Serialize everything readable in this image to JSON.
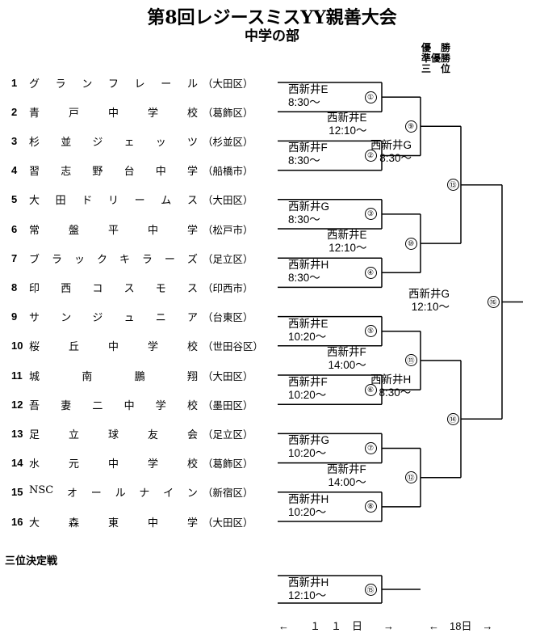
{
  "title": "第8回レジースミスYY親善大会",
  "subtitle": "中学の部",
  "legend": [
    "優　勝",
    "準優勝",
    "三　位"
  ],
  "teams": [
    {
      "no": "1",
      "name": [
        "グ",
        "ラ",
        "ン",
        "フ",
        "レ",
        "ー",
        "ル"
      ],
      "region": "（大田区）"
    },
    {
      "no": "2",
      "name": [
        "青",
        "戸",
        "中",
        "学",
        "校"
      ],
      "region": "（葛飾区）"
    },
    {
      "no": "3",
      "name": [
        "杉",
        "並",
        "ジ",
        "ェ",
        "ッ",
        "ツ"
      ],
      "region": "（杉並区）"
    },
    {
      "no": "4",
      "name": [
        "習",
        "志",
        "野",
        "台",
        "中",
        "学"
      ],
      "region": "（船橋市）"
    },
    {
      "no": "5",
      "name": [
        "大",
        "田",
        "ド",
        "リ",
        "ー",
        "ム",
        "ス"
      ],
      "region": "（大田区）"
    },
    {
      "no": "6",
      "name": [
        "常",
        "盤",
        "平",
        "中",
        "学"
      ],
      "region": "（松戸市）"
    },
    {
      "no": "7",
      "name": [
        "ブ",
        "ラ",
        "ッ",
        "ク",
        "キ",
        "ラ",
        "ー",
        "ズ"
      ],
      "region": "（足立区）"
    },
    {
      "no": "8",
      "name": [
        "印",
        "西",
        "コ",
        "ス",
        "モ",
        "ス"
      ],
      "region": "（印西市）"
    },
    {
      "no": "9",
      "name": [
        "サ",
        "ン",
        "ジ",
        "ュ",
        "ニ",
        "ア"
      ],
      "region": "（台東区）"
    },
    {
      "no": "10",
      "name": [
        "桜",
        "丘",
        "中",
        "学",
        "校"
      ],
      "region": "（世田谷区）"
    },
    {
      "no": "11",
      "name": [
        "城",
        "南",
        "鵬",
        "翔"
      ],
      "region": "（大田区）"
    },
    {
      "no": "12",
      "name": [
        "吾",
        "妻",
        "二",
        "中",
        "学",
        "校"
      ],
      "region": "（墨田区）"
    },
    {
      "no": "13",
      "name": [
        "足",
        "立",
        "球",
        "友",
        "会"
      ],
      "region": "（足立区）"
    },
    {
      "no": "14",
      "name": [
        "水",
        "元",
        "中",
        "学",
        "校"
      ],
      "region": "（葛飾区）"
    },
    {
      "no": "15",
      "name": [
        "NSC",
        "オ",
        "ー",
        "ル",
        "ナ",
        "イ",
        "ン"
      ],
      "region": "（新宿区）"
    },
    {
      "no": "16",
      "name": [
        "大",
        "森",
        "東",
        "中",
        "学"
      ],
      "region": "（大田区）"
    }
  ],
  "first_round": [
    {
      "circle": "①",
      "venue": "西新井E",
      "time": "8:30～"
    },
    {
      "circle": "②",
      "venue": "西新井F",
      "time": "8:30～"
    },
    {
      "circle": "③",
      "venue": "西新井G",
      "time": "8:30～"
    },
    {
      "circle": "④",
      "venue": "西新井H",
      "time": "8:30～"
    },
    {
      "circle": "⑤",
      "venue": "西新井E",
      "time": "10:20～"
    },
    {
      "circle": "⑥",
      "venue": "西新井F",
      "time": "10:20～"
    },
    {
      "circle": "⑦",
      "venue": "西新井G",
      "time": "10:20～"
    },
    {
      "circle": "⑧",
      "venue": "西新井H",
      "time": "10:20～"
    }
  ],
  "second_round": [
    {
      "circle": "⑨",
      "venue": "西新井E",
      "time": "12:10～"
    },
    {
      "circle": "⑩",
      "venue": "西新井E",
      "time": "12:10～"
    },
    {
      "circle": "⑪",
      "venue": "西新井F",
      "time": "14:00～"
    },
    {
      "circle": "⑫",
      "venue": "西新井F",
      "time": "14:00～"
    }
  ],
  "semifinal": [
    {
      "circle": "⑬",
      "venue": "西新井G",
      "time": "8:30～"
    },
    {
      "circle": "⑭",
      "venue": "西新井H",
      "time": "8:30～"
    }
  ],
  "final": {
    "circle": "⑯",
    "venue": "西新井G",
    "time": "12:10～"
  },
  "third_place": {
    "heading": "三位決定戦",
    "circle": "⑮",
    "venue": "西新井H",
    "time": "12:10～"
  },
  "dates": {
    "day1": "←　　１　１　日　　→",
    "day2": "←　18日　→"
  }
}
